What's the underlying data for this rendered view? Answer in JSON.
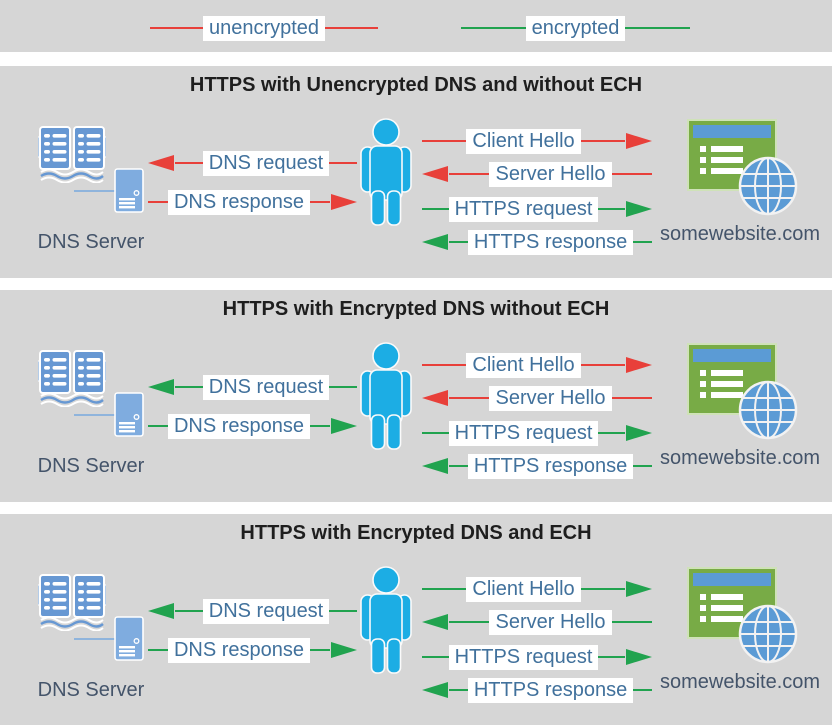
{
  "legend": {
    "unencrypted_label": "unencrypted",
    "encrypted_label": "encrypted"
  },
  "colors": {
    "unencrypted": "#E8403A",
    "encrypted": "#21A34F",
    "panel_background": "#D6D6D6",
    "message_label_text": "#41719C",
    "node_label_text": "#44546A",
    "person_blue": "#1CADE4",
    "book_blue": "#6798D3",
    "server_blue": "#7FACDF",
    "website_green": "#78AB46",
    "website_blue": "#5B9BD5"
  },
  "nodes": {
    "dns_server_label": "DNS Server",
    "website_label": "somewebsite.com"
  },
  "messages": {
    "dns_request": "DNS request",
    "dns_response": "DNS response",
    "client_hello": "Client Hello",
    "server_hello": "Server Hello",
    "https_request": "HTTPS request",
    "https_response": "HTTPS response"
  },
  "icons": {
    "dns_server": "open-book-and-server-icon",
    "client": "person-icon",
    "website": "browser-window-and-globe-icon",
    "arrows": "triangle-arrowhead"
  },
  "panels": [
    {
      "title": "HTTPS with Unencrypted DNS and without ECH",
      "arrow_colors": {
        "dns_request": "#E8403A",
        "dns_response": "#E8403A",
        "client_hello": "#E8403A",
        "server_hello": "#E8403A",
        "https_request": "#21A34F",
        "https_response": "#21A34F"
      }
    },
    {
      "title": "HTTPS with Encrypted DNS without ECH",
      "arrow_colors": {
        "dns_request": "#21A34F",
        "dns_response": "#21A34F",
        "client_hello": "#E8403A",
        "server_hello": "#E8403A",
        "https_request": "#21A34F",
        "https_response": "#21A34F"
      }
    },
    {
      "title": "HTTPS with Encrypted DNS and ECH",
      "arrow_colors": {
        "dns_request": "#21A34F",
        "dns_response": "#21A34F",
        "client_hello": "#21A34F",
        "server_hello": "#21A34F",
        "https_request": "#21A34F",
        "https_response": "#21A34F"
      }
    }
  ]
}
